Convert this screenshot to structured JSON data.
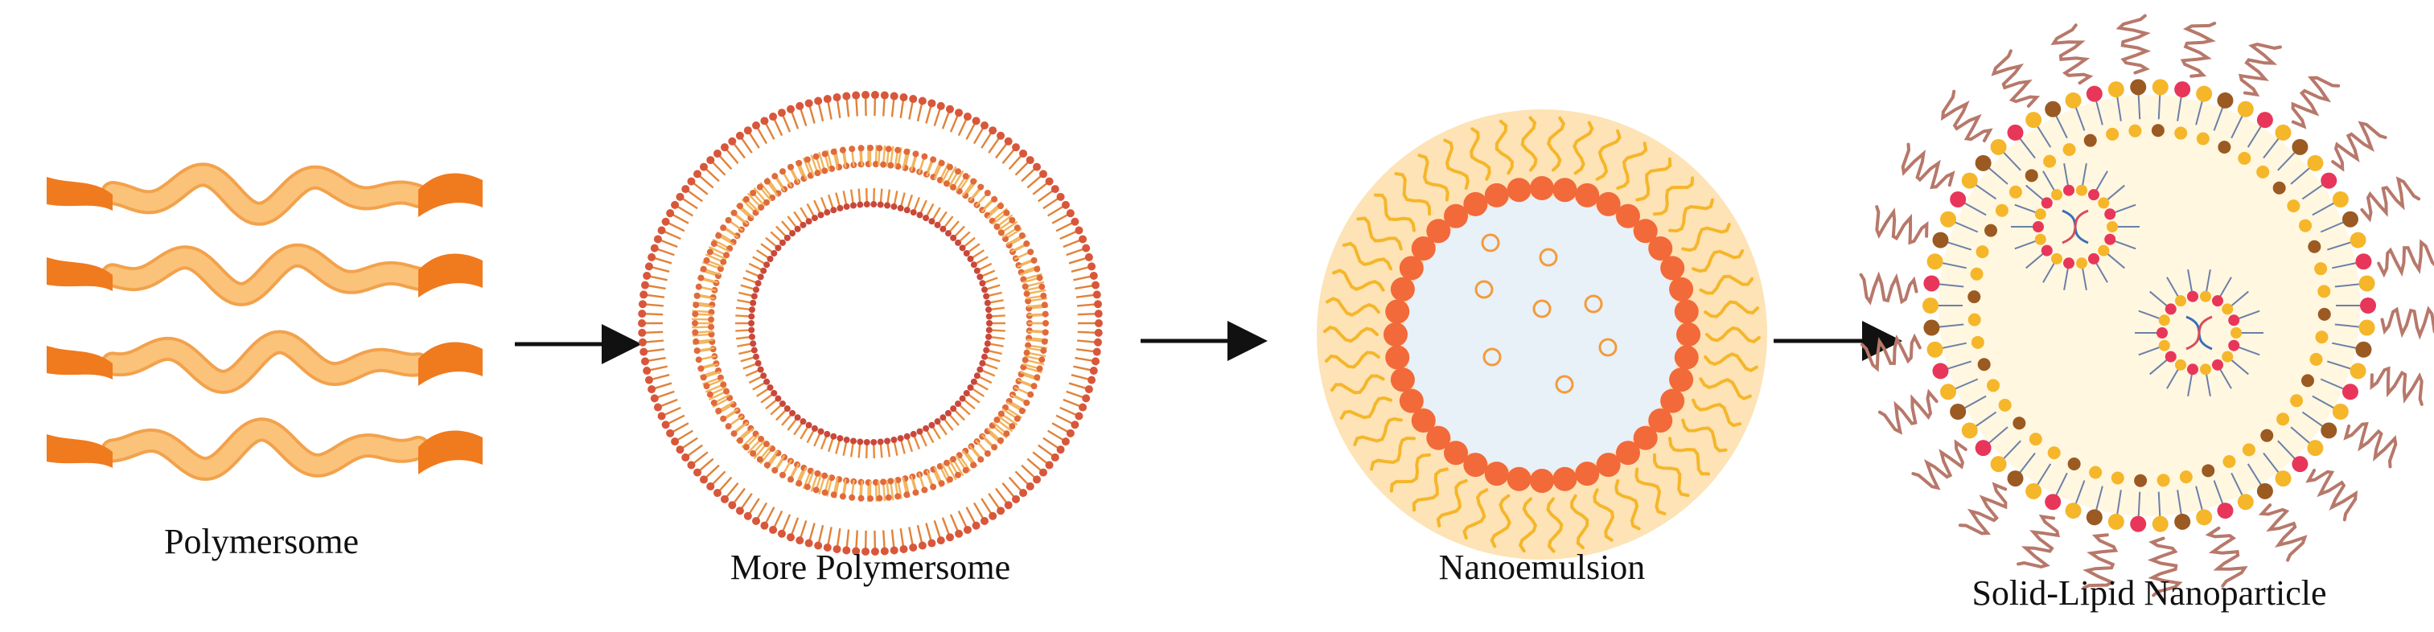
{
  "panels": [
    {
      "label": "Polymersome"
    },
    {
      "label": "More Polymersome"
    },
    {
      "label": "Nanoemulsion"
    },
    {
      "label": "Solid-Lipid Nanoparticle"
    }
  ],
  "colors": {
    "orange_dark": "#f07a1e",
    "orange_light": "#fbc27a",
    "orange_dot": "#f2693a",
    "peach_bg": "#fde3b5",
    "core_blue": "#e8f0f8",
    "amber_yellow": "#f5b62a",
    "tail_orange": "#f0a030",
    "lipid_red": "#e8365a",
    "lipid_brown": "#9a5a22",
    "peg_mauve": "#b7786a",
    "lipid_tail_blue": "#6d7fa8",
    "arrow": "#111111"
  },
  "icons": [
    "polymer-chain-icon",
    "arrow-right-icon",
    "dna-icon",
    "droplet-icon"
  ]
}
